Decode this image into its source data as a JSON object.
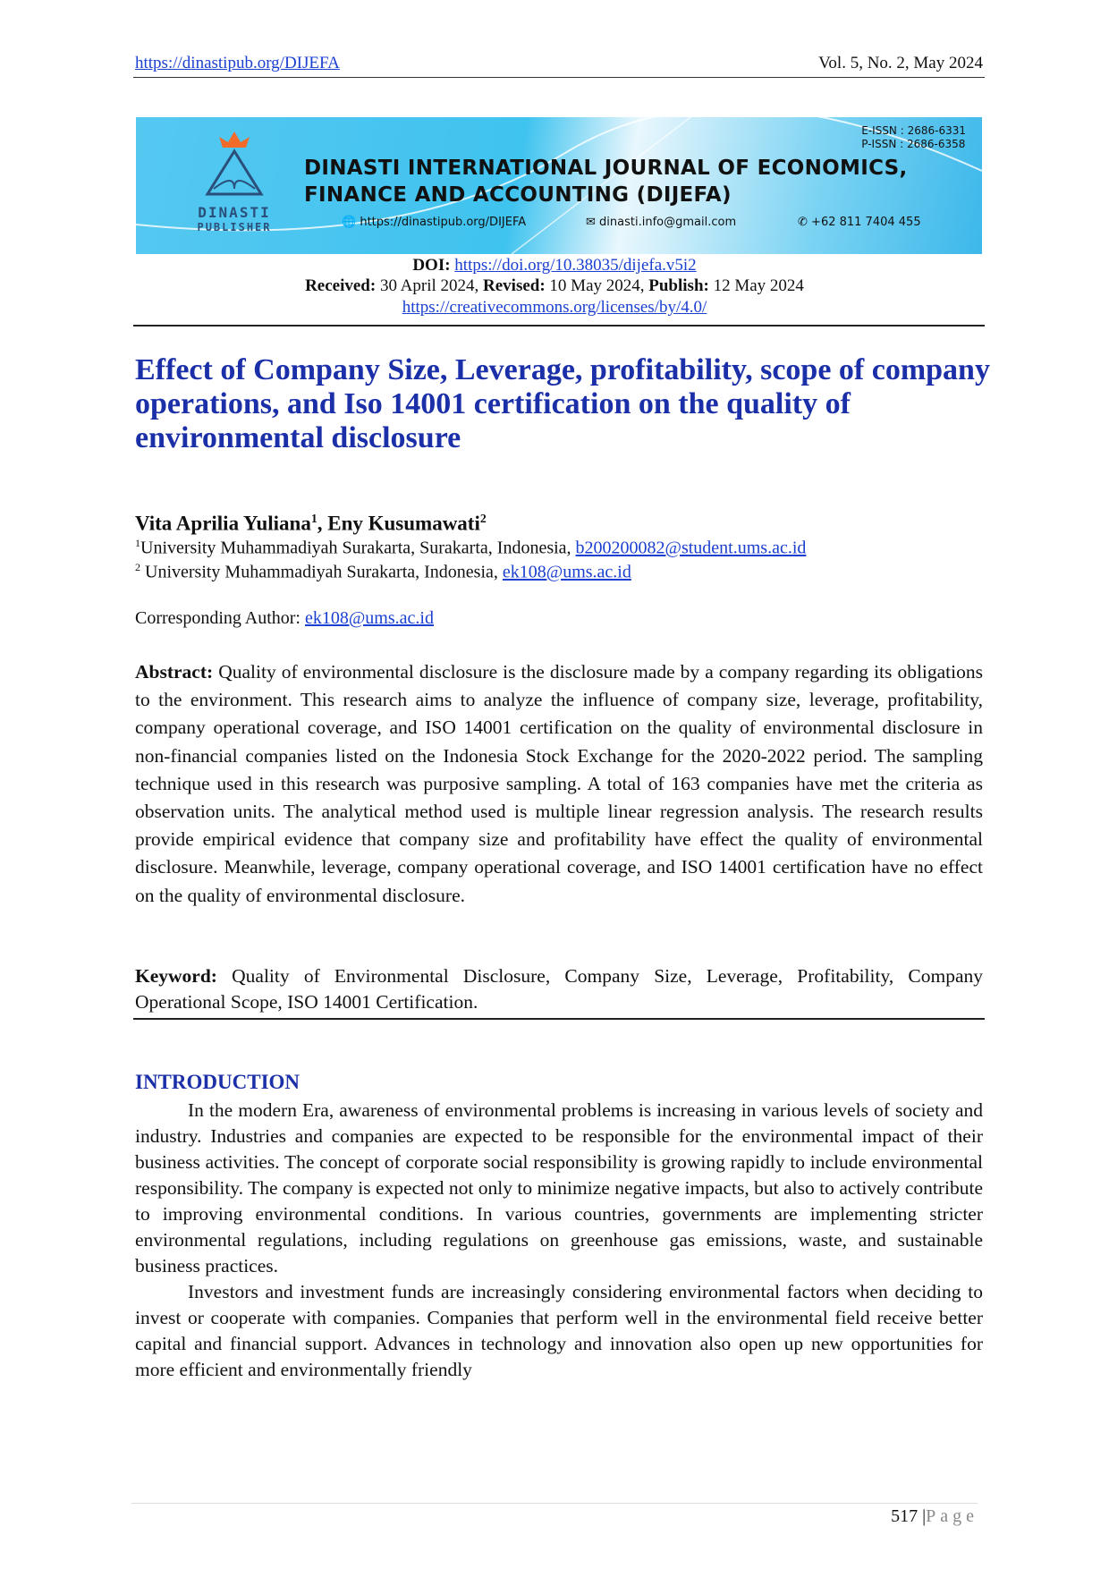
{
  "header": {
    "url": "https://dinastipub.org/DIJEFA",
    "volume": "Vol. 5, No. 2, May 2024"
  },
  "banner": {
    "publisher_line1": "DINASTI",
    "publisher_line2": "PUBLISHER",
    "journal_line1": "DINASTI INTERNATIONAL JOURNAL OF ECONOMICS,",
    "journal_line2": "FINANCE AND ACCOUNTING (DIJEFA)",
    "eissn": "E-ISSN : 2686-6331",
    "pissn": "P-ISSN : 2686-6358",
    "website": "https://dinastipub.org/DIJEFA",
    "email": "dinasti.info@gmail.com",
    "phone": "+62 811 7404 455"
  },
  "meta": {
    "doi_label": "DOI:",
    "doi": "https://doi.org/10.38035/dijefa.v5i2",
    "received_label": "Received:",
    "received": "30 April 2024,",
    "revised_label": "Revised:",
    "revised": "10 May 2024,",
    "publish_label": "Publish:",
    "publish": "12 May 2024",
    "license": "https://creativecommons.org/licenses/by/4.0/"
  },
  "title": "Effect of Company Size, Leverage, profitability, scope of company operations, and Iso 14001 certification on the quality of environmental disclosure",
  "authors": {
    "a1": "Vita Aprilia Yuliana",
    "s1": "1",
    "sep": ", ",
    "a2": "Eny Kusumawati",
    "s2": "2"
  },
  "affiliations": [
    {
      "num": "1",
      "text": "University Muhammadiyah Surakarta, Surakarta, Indonesia, ",
      "email": "b200200082@student.ums.ac.id"
    },
    {
      "num": "2",
      "text": "University Muhammadiyah Surakarta, Indonesia, ",
      "email": "ek108@ums.ac.id"
    }
  ],
  "corresponding": {
    "label": "Corresponding Author: ",
    "email": "ek108@ums.ac.id"
  },
  "abstract": {
    "label": "Abstract:",
    "text": " Quality of environmental disclosure is the disclosure made by a company regarding its obligations to the environment. This research aims to analyze the influence of company size, leverage, profitability, company operational coverage, and ISO 14001 certification on the quality of environmental disclosure in non-financial companies listed on the Indonesia Stock Exchange for the 2020-2022 period. The sampling technique used in this research was purposive sampling. A total of 163 companies have met the criteria as observation units. The analytical method used is multiple linear regression analysis. The research results provide empirical evidence that company size and profitability have effect the quality of environmental disclosure. Meanwhile, leverage, company operational coverage, and ISO 14001 certification have no effect on the quality of environmental disclosure."
  },
  "keyword": {
    "label": "Keyword:",
    "text": " Quality of Environmental Disclosure, Company Size, Leverage, Profitability, Company Operational Scope, ISO 14001 Certification."
  },
  "introduction": {
    "heading": "INTRODUCTION",
    "paragraphs": [
      "In the modern Era, awareness of environmental problems is increasing in various levels of society and industry. Industries and companies are expected to be responsible for the environmental impact of their business activities. The concept of corporate social responsibility is growing rapidly to include environmental responsibility. The company is expected not only to minimize negative impacts, but also to actively contribute to improving environmental conditions. In various countries, governments are implementing stricter environmental regulations, including regulations on greenhouse gas emissions, waste, and sustainable business practices.",
      "Investors and investment funds are increasingly considering environmental factors when deciding to invest or cooperate with companies. Companies that perform well in the environmental field receive better capital and financial support. Advances in technology and innovation also open up new opportunities for more efficient and environmentally friendly"
    ]
  },
  "footer": {
    "page_number": "517",
    "separator": "|",
    "page_label": "Page"
  }
}
